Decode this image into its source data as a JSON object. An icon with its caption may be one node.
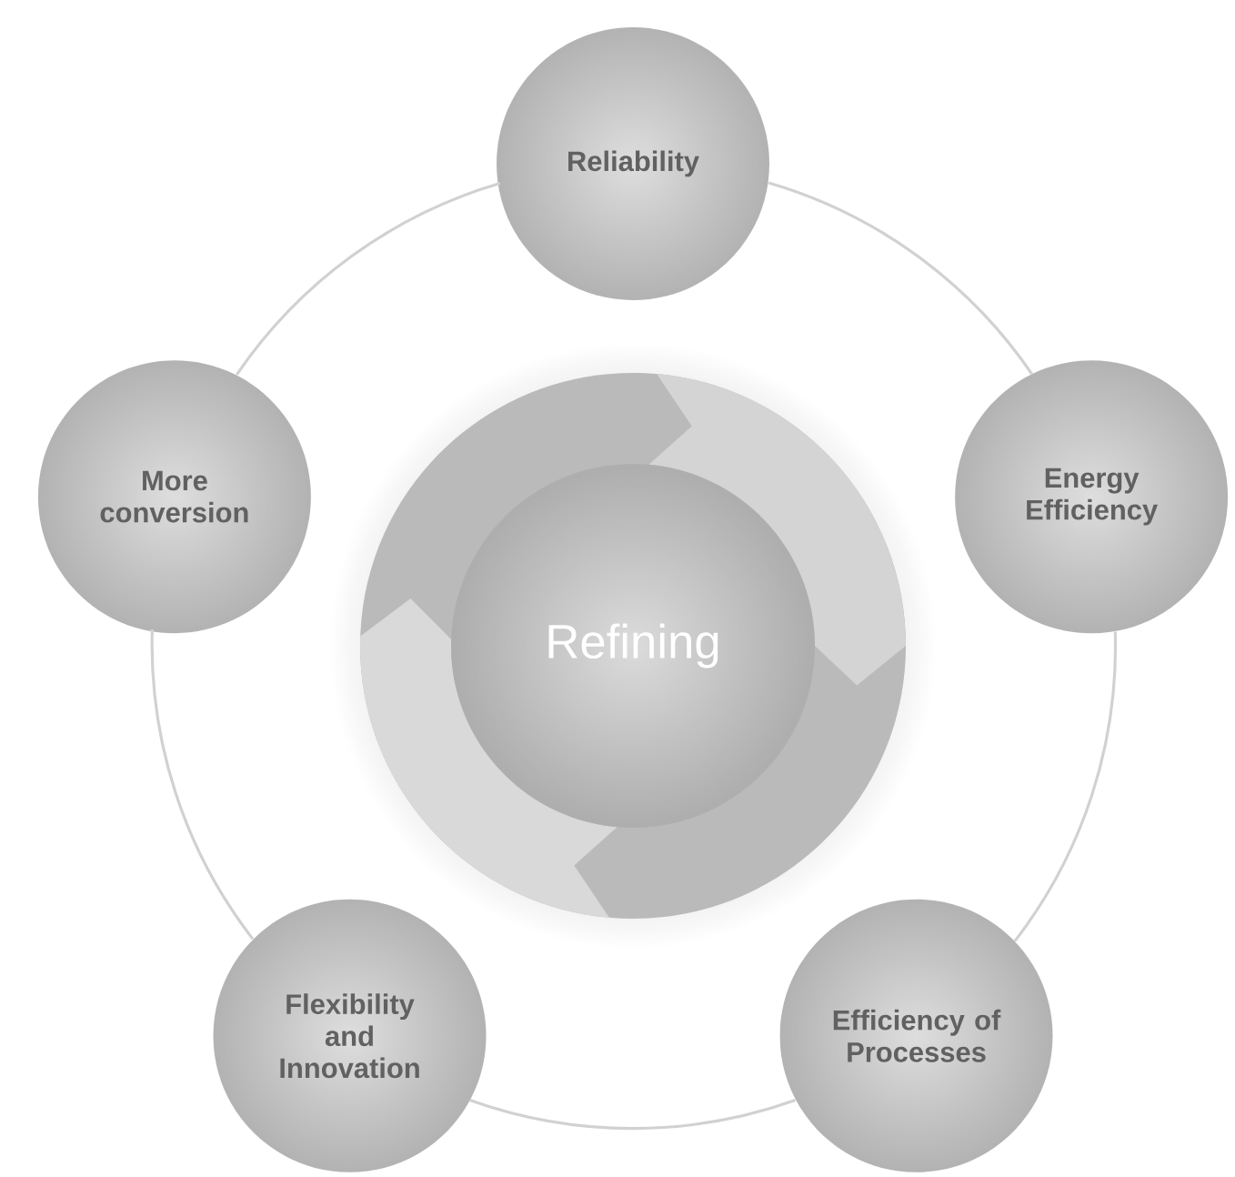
{
  "diagram": {
    "nodes": [
      {
        "text": [
          "Reliability"
        ]
      },
      {
        "text": [
          "More conversion"
        ]
      },
      {
        "text": [
          "Energy Efficiency"
        ]
      },
      {
        "text": [
          "Refining"
        ]
      },
      {
        "text": [
          "Flexibility and Innovation"
        ]
      },
      {
        "text": [
          "Efficiency of Processes"
        ]
      }
    ],
    "edges": [
      {
        "from": 0,
        "to": 2,
        "arrow": "none"
      },
      {
        "from": 2,
        "to": 5,
        "arrow": "none"
      },
      {
        "from": 5,
        "to": 4,
        "arrow": "none"
      },
      {
        "from": 4,
        "to": 1,
        "arrow": "none"
      },
      {
        "from": 1,
        "to": 0,
        "arrow": "none"
      }
    ]
  }
}
